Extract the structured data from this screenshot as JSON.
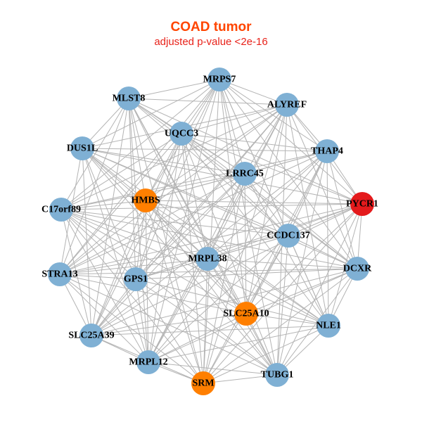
{
  "title": "COAD tumor",
  "subtitle": "adjusted p-value <2e-16",
  "colors": {
    "default": "#7FB0D4",
    "highlight": "#FF7F00",
    "focus": "#E41A1C",
    "edge": "#B4B4B4"
  },
  "nodes": [
    {
      "id": "MRPS7",
      "group": "default"
    },
    {
      "id": "MLST8",
      "group": "default"
    },
    {
      "id": "ALYREF",
      "group": "default"
    },
    {
      "id": "UQCC3",
      "group": "default"
    },
    {
      "id": "DUS1L",
      "group": "default"
    },
    {
      "id": "THAP4",
      "group": "default"
    },
    {
      "id": "LRRC45",
      "group": "default"
    },
    {
      "id": "HMBS",
      "group": "highlight"
    },
    {
      "id": "PYCR1",
      "group": "focus"
    },
    {
      "id": "C17orf89",
      "group": "default"
    },
    {
      "id": "CCDC137",
      "group": "default"
    },
    {
      "id": "MRPL38",
      "group": "default"
    },
    {
      "id": "STRA13",
      "group": "default"
    },
    {
      "id": "DCXR",
      "group": "default"
    },
    {
      "id": "GPS1",
      "group": "default"
    },
    {
      "id": "SLC25A10",
      "group": "highlight"
    },
    {
      "id": "NLE1",
      "group": "default"
    },
    {
      "id": "SLC25A39",
      "group": "default"
    },
    {
      "id": "MRPL12",
      "group": "default"
    },
    {
      "id": "TUBG1",
      "group": "default"
    },
    {
      "id": "SRM",
      "group": "highlight"
    }
  ]
}
